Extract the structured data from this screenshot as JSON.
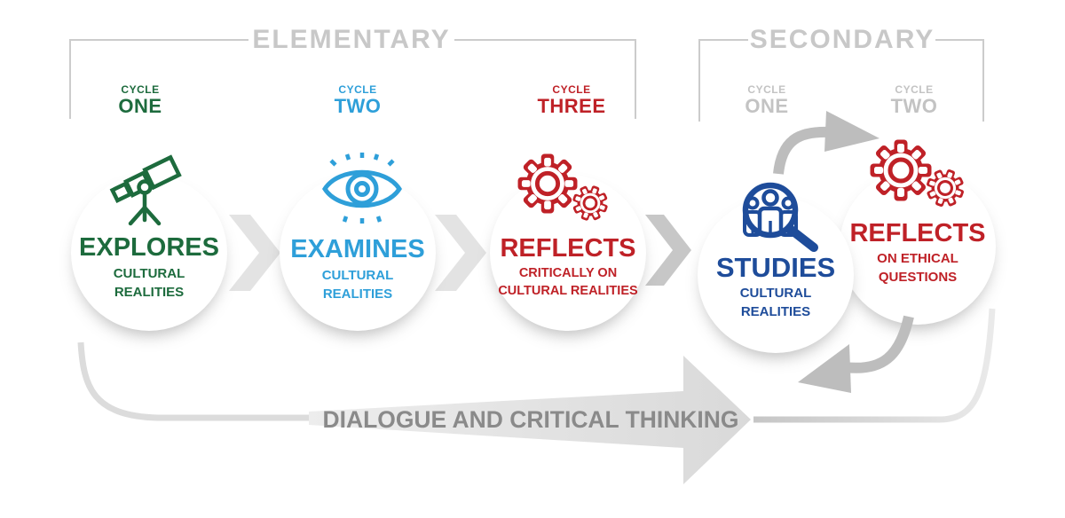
{
  "colors": {
    "green": "#1d6b3d",
    "blue": "#2e9fd9",
    "red": "#bf2127",
    "navy": "#1e4c9a",
    "gray-header": "#c8c8c8",
    "gray-cycle": "#c3c3c3",
    "gray-line": "#cccccc",
    "gray-chevron": "#e3e3e3",
    "gray-chevron-dark": "#c7c7c7",
    "gray-loop": "#bdbdbd",
    "gray-text": "#8a8a8a"
  },
  "headers": {
    "elementary": "ELEMENTARY",
    "secondary": "SECONDARY"
  },
  "cycles": [
    {
      "label": "CYCLE",
      "name": "ONE"
    },
    {
      "label": "CYCLE",
      "name": "TWO"
    },
    {
      "label": "CYCLE",
      "name": "THREE"
    },
    {
      "label": "CYCLE",
      "name": "ONE"
    },
    {
      "label": "CYCLE",
      "name": "TWO"
    }
  ],
  "stages": [
    {
      "title": "EXPLORES",
      "subtitle_lines": [
        "CULTURAL",
        "REALITIES"
      ],
      "icon": "telescope-icon"
    },
    {
      "title": "EXAMINES",
      "subtitle_lines": [
        "CULTURAL",
        "REALITIES"
      ],
      "icon": "eye-icon"
    },
    {
      "title": "REFLECTS",
      "subtitle_lines": [
        "CRITICALLY ON",
        "CULTURAL REALITIES"
      ],
      "icon": "gears-icon"
    },
    {
      "title": "STUDIES",
      "subtitle_lines": [
        "CULTURAL",
        "REALITIES"
      ],
      "icon": "people-magnifier-icon"
    },
    {
      "title": "REFLECTS",
      "subtitle_lines": [
        "ON ETHICAL",
        "QUESTIONS"
      ],
      "icon": "gears-icon"
    }
  ],
  "bottom_arrow": {
    "label": "DIALOGUE AND CRITICAL THINKING"
  }
}
